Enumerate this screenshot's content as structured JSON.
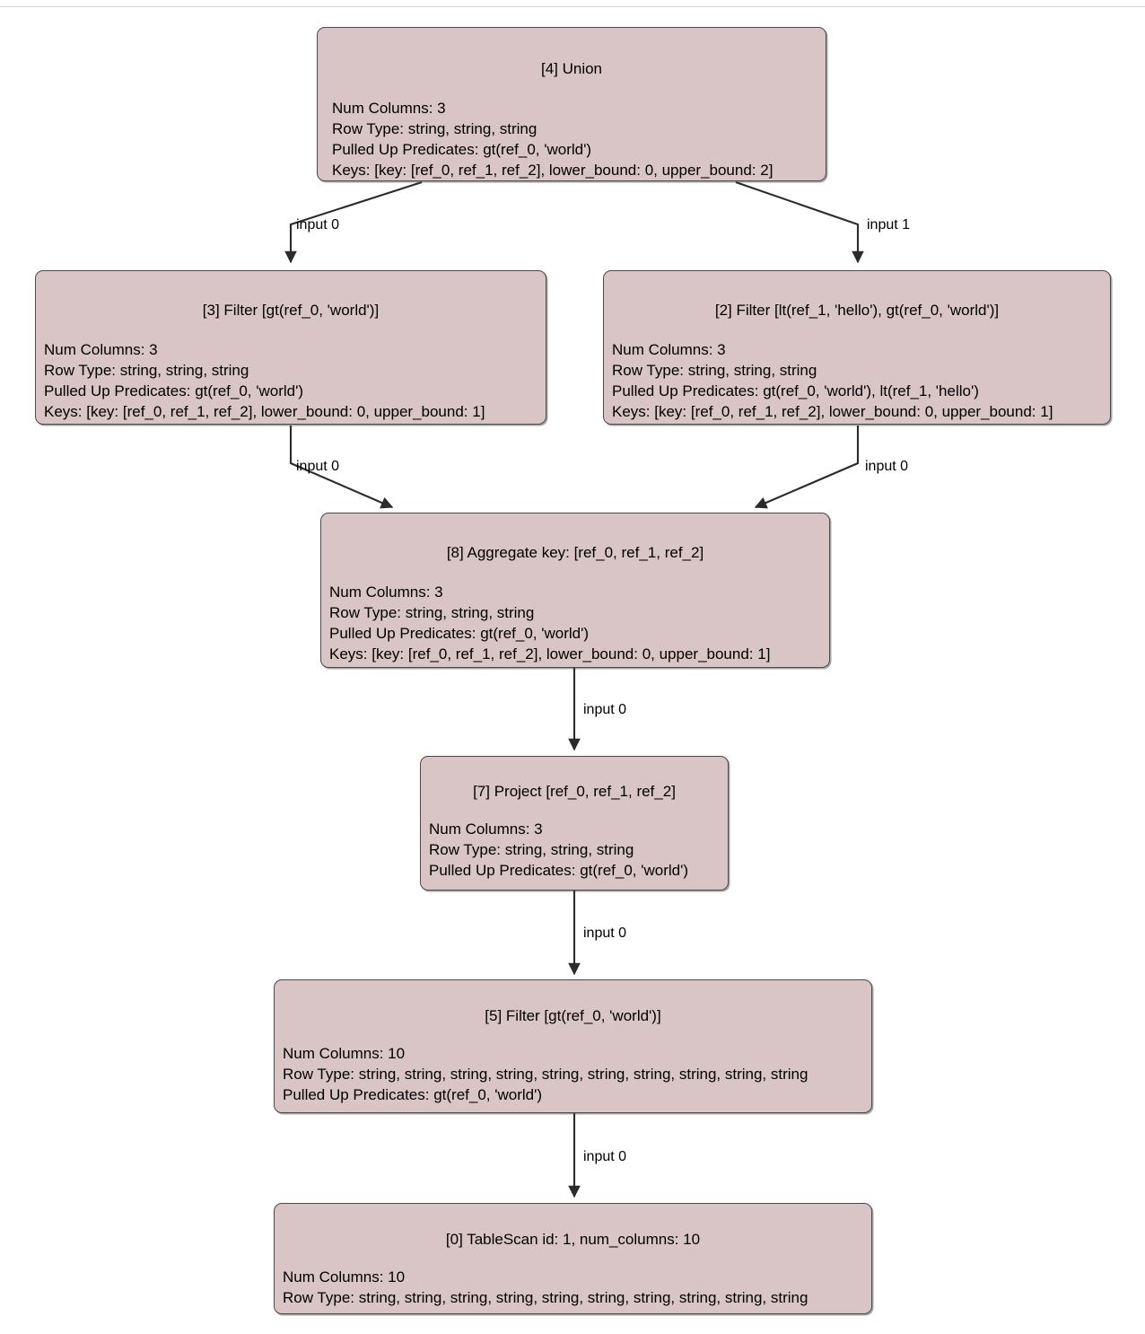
{
  "diagram": {
    "type": "query-plan-graph",
    "title": "Relational query plan DAG",
    "node_fill_color": "#d9c5c5",
    "node_border_color": "#4a4a4a",
    "edge_color": "#2b2b2b",
    "background_color": "#ffffff"
  },
  "nodes": [
    {
      "id": "union-4",
      "title": "[4] Union",
      "lines": [
        "Num Columns: 3",
        "Row Type: string, string, string",
        "Pulled Up Predicates: gt(ref_0, 'world')",
        "Keys: [key: [ref_0, ref_1, ref_2], lower_bound: 0, upper_bound: 2]"
      ]
    },
    {
      "id": "filter-3",
      "title": "[3] Filter [gt(ref_0, 'world')]",
      "lines": [
        "Num Columns: 3",
        "Row Type: string, string, string",
        "Pulled Up Predicates: gt(ref_0, 'world')",
        "Keys: [key: [ref_0, ref_1, ref_2], lower_bound: 0, upper_bound: 1]"
      ]
    },
    {
      "id": "filter-2",
      "title": "[2] Filter [lt(ref_1, 'hello'), gt(ref_0, 'world')]",
      "lines": [
        "Num Columns: 3",
        "Row Type: string, string, string",
        "Pulled Up Predicates: gt(ref_0, 'world'), lt(ref_1, 'hello')",
        "Keys: [key: [ref_0, ref_1, ref_2], lower_bound: 0, upper_bound: 1]"
      ]
    },
    {
      "id": "aggregate-8",
      "title": "[8] Aggregate key: [ref_0, ref_1, ref_2]",
      "lines": [
        "Num Columns: 3",
        "Row Type: string, string, string",
        "Pulled Up Predicates: gt(ref_0, 'world')",
        "Keys: [key: [ref_0, ref_1, ref_2], lower_bound: 0, upper_bound: 1]"
      ]
    },
    {
      "id": "project-7",
      "title": "[7] Project [ref_0, ref_1, ref_2]",
      "lines": [
        "Num Columns: 3",
        "Row Type: string, string, string",
        "Pulled Up Predicates: gt(ref_0, 'world')"
      ]
    },
    {
      "id": "filter-5",
      "title": "[5] Filter [gt(ref_0, 'world')]",
      "lines": [
        "Num Columns: 10",
        "Row Type: string, string, string, string, string, string, string, string, string, string",
        "Pulled Up Predicates: gt(ref_0, 'world')"
      ]
    },
    {
      "id": "tablescan-0",
      "title": "[0] TableScan id: 1, num_columns: 10",
      "lines": [
        "Num Columns: 10",
        "Row Type: string, string, string, string, string, string, string, string, string, string"
      ]
    }
  ],
  "edges": [
    {
      "id": "union4-to-filter3",
      "from": "union-4",
      "to": "filter-3",
      "label": "input 0"
    },
    {
      "id": "union4-to-filter2",
      "from": "union-4",
      "to": "filter-2",
      "label": "input 1"
    },
    {
      "id": "filter3-to-aggregate8",
      "from": "filter-3",
      "to": "aggregate-8",
      "label": "input 0"
    },
    {
      "id": "filter2-to-aggregate8",
      "from": "filter-2",
      "to": "aggregate-8",
      "label": "input 0"
    },
    {
      "id": "aggregate8-to-project7",
      "from": "aggregate-8",
      "to": "project-7",
      "label": "input 0"
    },
    {
      "id": "project7-to-filter5",
      "from": "project-7",
      "to": "filter-5",
      "label": "input 0"
    },
    {
      "id": "filter5-to-tablescan0",
      "from": "filter-5",
      "to": "tablescan-0",
      "label": "input 0"
    }
  ]
}
